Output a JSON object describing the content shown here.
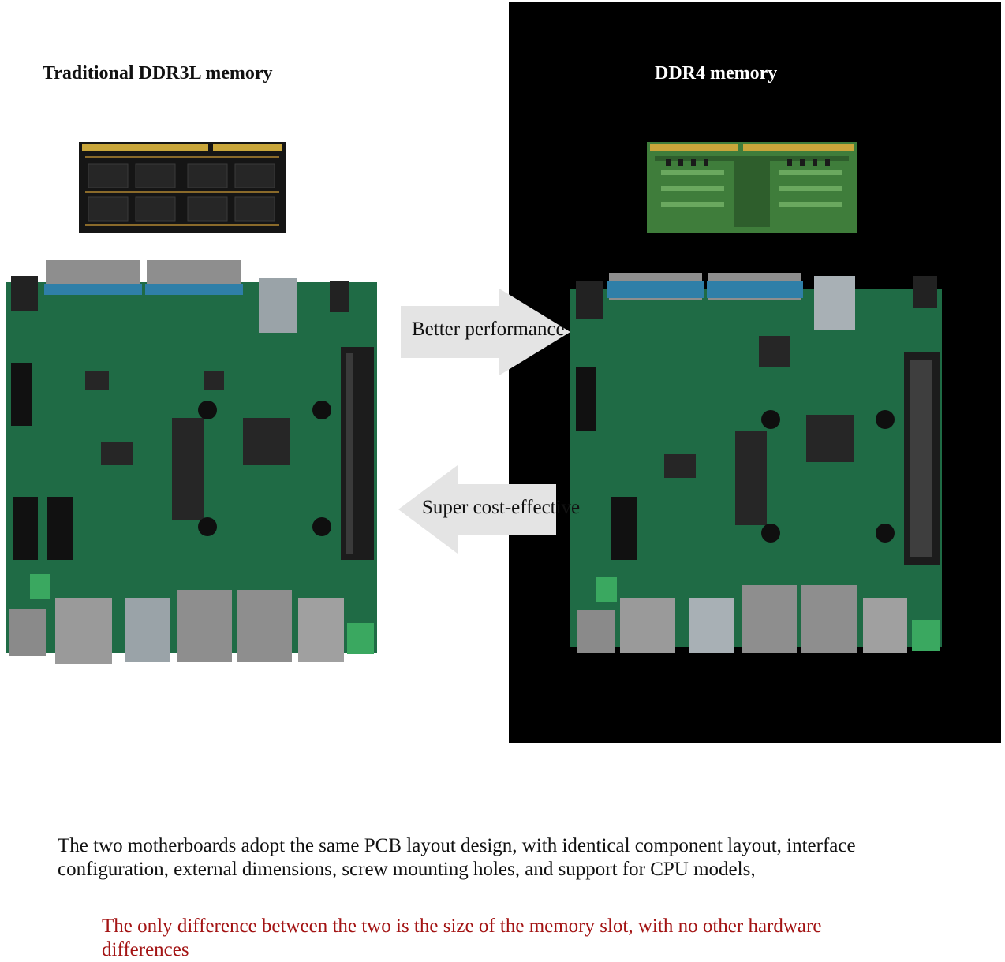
{
  "left_panel": {
    "title": "Traditional DDR3L memory",
    "memory_image": "ddr3l-sodimm-module",
    "board_image": "motherboard-ddr3l"
  },
  "right_panel": {
    "title": "DDR4 memory",
    "memory_image": "ddr4-sodimm-module",
    "board_image": "motherboard-ddr4"
  },
  "arrows": {
    "right_label": "Better performance",
    "left_label": "Super cost-effective"
  },
  "caption": "The two motherboards adopt the same PCB layout design, with identical component layout, interface configuration, external dimensions, screw mounting holes, and support for CPU models,",
  "note": "The only difference between the two is the size of the memory slot, with no other hardware differences",
  "colors": {
    "right_panel_bg": "#000000",
    "note_text": "#a31414",
    "pcb_green": "#1f6b45",
    "ddr3_black": "#151515",
    "ddr4_green": "#3f7d3b"
  }
}
